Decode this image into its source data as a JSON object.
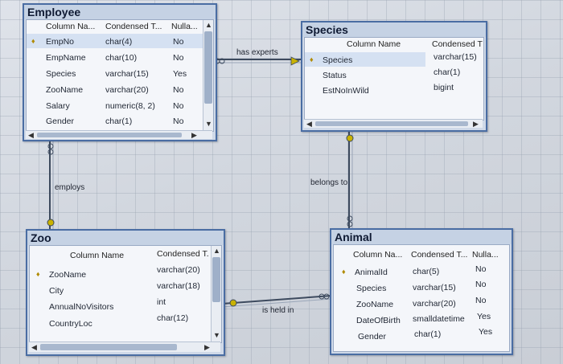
{
  "employee": {
    "title": "Employee",
    "headers": [
      "Column Na...",
      "Condensed T...",
      "Nulla..."
    ],
    "rows": [
      {
        "name": "EmpNo",
        "type": "char(4)",
        "nullable": "No",
        "key": true
      },
      {
        "name": "EmpName",
        "type": "char(10)",
        "nullable": "No",
        "key": false
      },
      {
        "name": "Species",
        "type": "varchar(15)",
        "nullable": "Yes",
        "key": false
      },
      {
        "name": "ZooName",
        "type": "varchar(20)",
        "nullable": "No",
        "key": false
      },
      {
        "name": "Salary",
        "type": "numeric(8, 2)",
        "nullable": "No",
        "key": false
      },
      {
        "name": "Gender",
        "type": "char(1)",
        "nullable": "No",
        "key": false
      }
    ]
  },
  "species": {
    "title": "Species",
    "headers": [
      "Column Name",
      "Condensed T"
    ],
    "rows": [
      {
        "name": "Species",
        "type": "varchar(15)",
        "key": true
      },
      {
        "name": "Status",
        "type": "char(1)",
        "key": false
      },
      {
        "name": "EstNoInWild",
        "type": "bigint",
        "key": false
      }
    ]
  },
  "zoo": {
    "title": "Zoo",
    "headers": [
      "Column Name",
      "Condensed T."
    ],
    "rows": [
      {
        "name": "ZooName",
        "type": "varchar(20)",
        "key": true
      },
      {
        "name": "City",
        "type": "varchar(18)",
        "key": false
      },
      {
        "name": "AnnualNoVisitors",
        "type": "int",
        "key": false
      },
      {
        "name": "CountryLoc",
        "type": "char(12)",
        "key": false
      }
    ]
  },
  "animal": {
    "title": "Animal",
    "headers": [
      "Column Na...",
      "Condensed T...",
      "Nulla..."
    ],
    "rows": [
      {
        "name": "AnimalId",
        "type": "char(5)",
        "nullable": "No",
        "key": true
      },
      {
        "name": "Species",
        "type": "varchar(15)",
        "nullable": "No",
        "key": false
      },
      {
        "name": "ZooName",
        "type": "varchar(20)",
        "nullable": "No",
        "key": false
      },
      {
        "name": "DateOfBirth",
        "type": "smalldatetime",
        "nullable": "Yes",
        "key": false
      },
      {
        "name": "Gender",
        "type": "char(1)",
        "nullable": "Yes",
        "key": false
      }
    ]
  },
  "relationships": {
    "has_experts": "has experts",
    "employs": "employs",
    "belongs_to": "belongs to",
    "is_held_in": "is held in"
  },
  "icons": {
    "key": "key-icon",
    "scroll_up": "chevron-up-icon",
    "scroll_down": "chevron-down-icon",
    "scroll_left": "chevron-left-icon",
    "scroll_right": "chevron-right-icon"
  },
  "colors": {
    "table_border": "#4a6da3",
    "key_icon": "#b08a00",
    "connector": "#3d4a5e",
    "endpoint": "#c9b200"
  }
}
